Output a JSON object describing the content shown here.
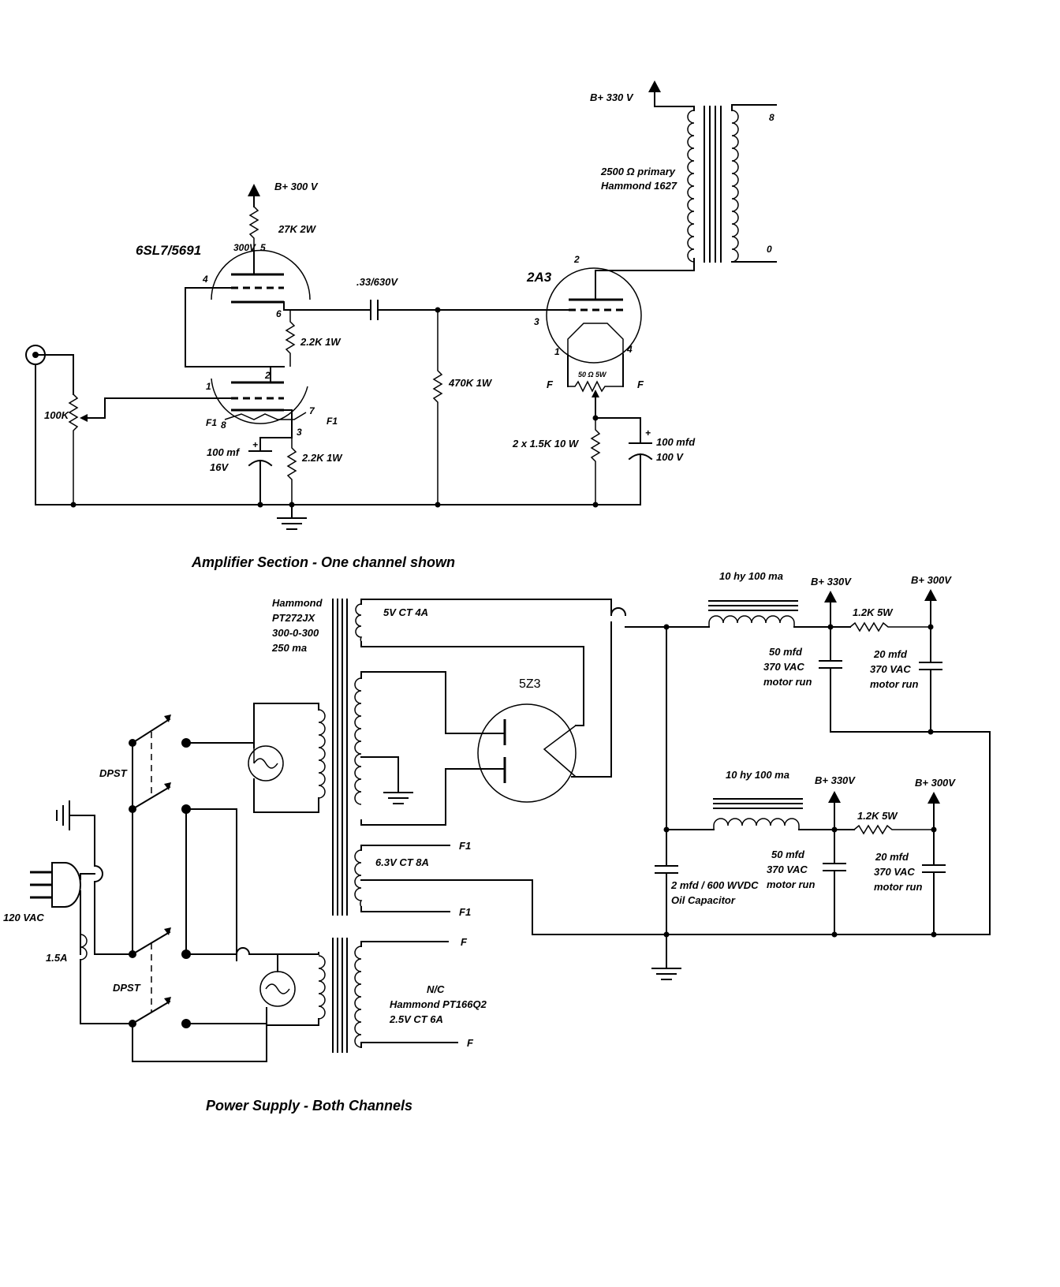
{
  "amplifier": {
    "caption": "Amplifier Section - One channel shown",
    "driver_tube": "6SL7/5691",
    "output_tube": "2A3",
    "b300": "B+ 300 V",
    "b330": "B+ 330 V",
    "r_plate": "27K 2W",
    "pin5_voltage": "300V",
    "coupling_cap": ".33/630V",
    "r_cathode_top": "2.2K 1W",
    "r_cathode_bottom": "2.2K 1W",
    "grid_resistor": "470K 1W",
    "volume_pot": "100K",
    "bypass_cap_1": "100 mf",
    "bypass_cap_2": "16V",
    "hum_pot": "50 Ω 5W",
    "cathode_res": "2 x 1.5K 10 W",
    "cathode_cap_1": "100 mfd",
    "cathode_cap_2": "100 V",
    "opt_primary": "2500 Ω primary",
    "opt_model": "Hammond 1627",
    "opt_sec_hi": "8",
    "opt_sec_lo": "0",
    "pins": {
      "p5": "5",
      "p4": "4",
      "p6": "6",
      "p2": "2",
      "p1": "1",
      "p8": "8",
      "p7": "7",
      "p3": "3",
      "f1_left": "F1",
      "f1_right": "F1",
      "a2": "2",
      "a3": "3",
      "a1": "1",
      "a4": "4",
      "f_left": "F",
      "f_right": "F"
    }
  },
  "power_supply": {
    "caption": "Power Supply - Both Channels",
    "pt_line1": "Hammond",
    "pt_line2": "PT272JX",
    "pt_line3": "300-0-300",
    "pt_line4": "250 ma",
    "sec_5v": "5V CT 4A",
    "sec_63v": "6.3V CT 8A",
    "f1_top": "F1",
    "f1_bottom": "F1",
    "rectifier": "5Z3",
    "choke_1": "10 hy 100 ma",
    "choke_2": "10 hy 100 ma",
    "b330_1": "B+ 330V",
    "b300_1": "B+ 300V",
    "b330_2": "B+ 330V",
    "b300_2": "B+ 300V",
    "r_1": "1.2K  5W",
    "r_2": "1.2K  5W",
    "cap50_1": [
      "50 mfd",
      "370 VAC",
      "motor run"
    ],
    "cap20_1": [
      "20 mfd",
      "370 VAC",
      "motor run"
    ],
    "cap50_2": [
      "50 mfd",
      "370 VAC",
      "motor run"
    ],
    "cap20_2": [
      "20 mfd",
      "370 VAC",
      "motor run"
    ],
    "oil_cap": [
      "2 mfd / 600 WVDC",
      "Oil Capacitor"
    ],
    "switch_1": "DPST",
    "switch_2": "DPST",
    "mains": "120 VAC",
    "fuse": "1.5A",
    "ft_nc": "N/C",
    "ft_model": "Hammond PT166Q2",
    "ft_rating": "2.5V CT 6A",
    "ft_f_top": "F",
    "ft_f_bottom": "F"
  }
}
